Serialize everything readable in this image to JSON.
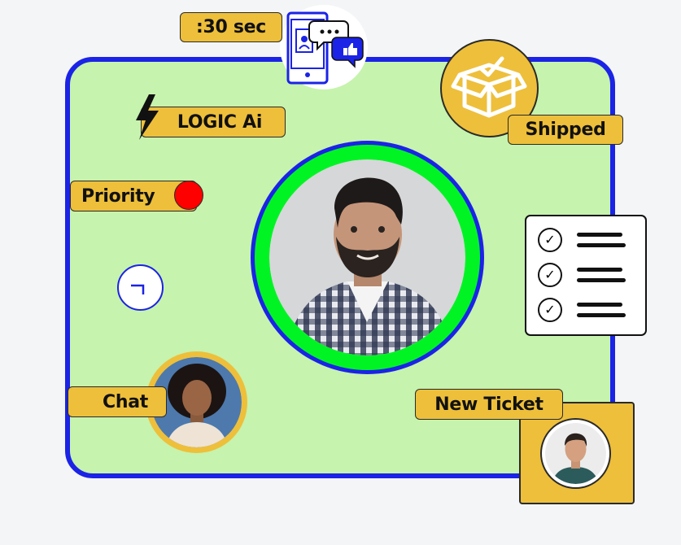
{
  "timer": {
    "label": ":30 sec"
  },
  "logic": {
    "label": "LOGIC Ai"
  },
  "priority": {
    "label": "Priority"
  },
  "shipped": {
    "label": "Shipped"
  },
  "chat": {
    "label": "Chat"
  },
  "ticket": {
    "label": "New Ticket"
  },
  "colors": {
    "panel_fill": "#c6f3ad",
    "panel_border": "#1b23e6",
    "tag_fill": "#eebf3a",
    "accent_green": "#00f424",
    "priority_dot": "#ff0000"
  },
  "icons": [
    "phone-chat-icon",
    "lightning-bolt-icon",
    "package-check-icon",
    "loading-spinner-icon",
    "checklist-icon"
  ]
}
